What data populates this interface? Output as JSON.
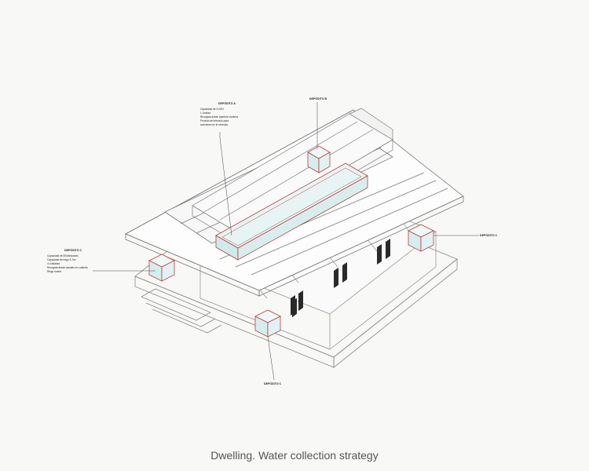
{
  "caption": "Dwelling. Water collection strategy",
  "labels": {
    "top_left": {
      "title": "DEPÓSITO A",
      "lines": [
        "Capacidad de 3.000 l",
        "1 Unidad",
        "Recogida desde aperture cubierta",
        "Provisto del elevado para",
        "suministro en la vivienda"
      ]
    },
    "top_right": {
      "title": "DEPÓSITO B"
    },
    "left": {
      "title": "DEPÓSITO C",
      "lines": [
        "Capacidad de 500l/depósito",
        "Capacidad de riego 3.7m²",
        "4 Unidades",
        "Recogida desde canales en cubierta",
        "Riego huerto"
      ]
    },
    "right": {
      "title": "DEPÓSITO C"
    },
    "bottom": {
      "title": "DEPÓSITO C"
    }
  },
  "colors": {
    "line": "#7a7a7a",
    "tank_outline": "#b84040",
    "water_fill": "#cfeaea"
  }
}
